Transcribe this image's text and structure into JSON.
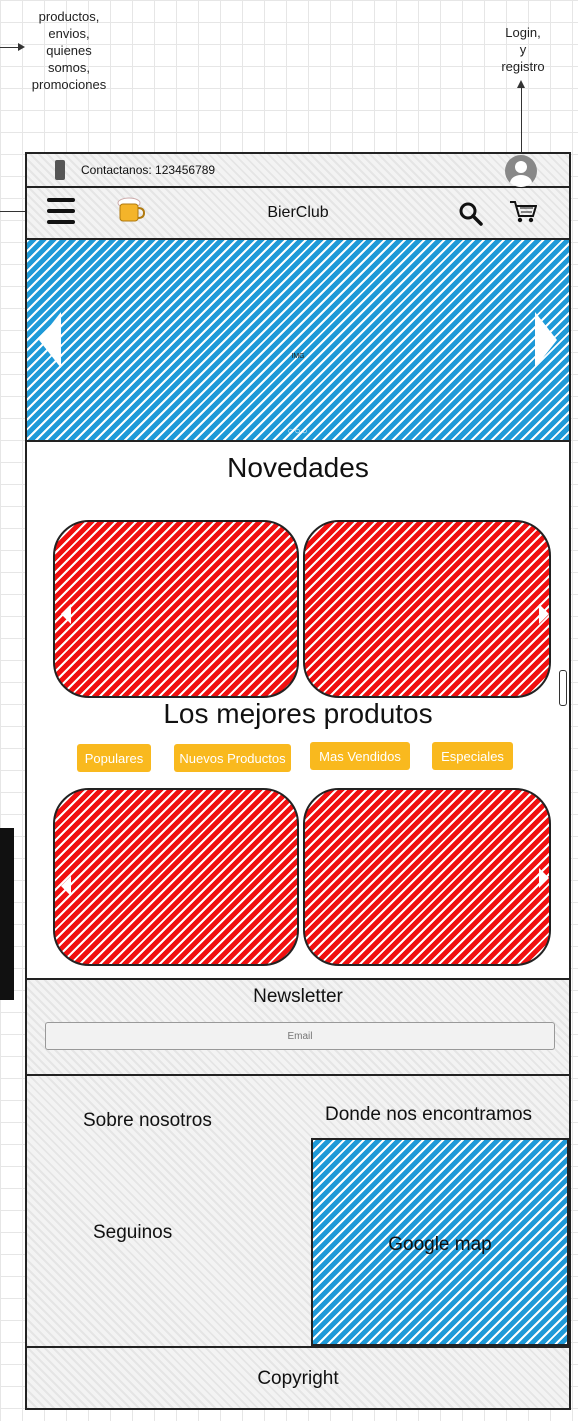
{
  "annotations": {
    "menu_note": "productos,\nenvios,\nquienes\nsomos,\npromociones",
    "login_note": "Login,\ny\nregistro"
  },
  "topbar": {
    "contact_text": "Contactanos: 123456789",
    "phone_icon": "phone-icon",
    "avatar_icon": "user-avatar-icon"
  },
  "header": {
    "brand": "BierClub",
    "menu_icon": "hamburger-menu-icon",
    "logo_icon": "beer-logo-icon",
    "search_icon": "search-icon",
    "cart_icon": "cart-icon"
  },
  "carousel": {
    "img_label": "IMG",
    "dots": "○○○"
  },
  "novedades": {
    "title": "Novedades"
  },
  "best_products": {
    "title": "Los mejores produtos",
    "tabs": [
      "Populares",
      "Nuevos Productos",
      "Mas Vendidos",
      "Especiales"
    ]
  },
  "newsletter": {
    "title": "Newsletter",
    "email_placeholder": "Email"
  },
  "footer": {
    "about": "Sobre nosotros",
    "location": "Donde nos encontramos",
    "follow": "Seguinos",
    "map": "Google map",
    "copyright": "Copyright"
  },
  "colors": {
    "accent_tab": "#f9b91e",
    "carousel_blue": "#1f9ad8",
    "product_red": "#f01010"
  }
}
